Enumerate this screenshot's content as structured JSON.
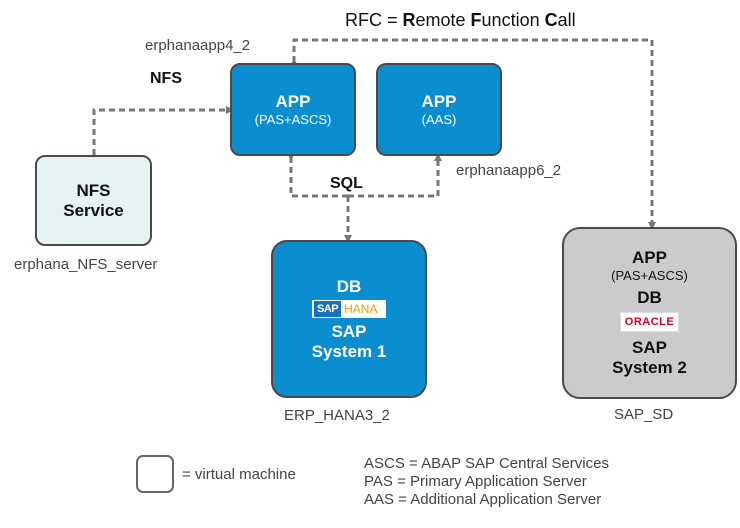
{
  "title_parts": {
    "pre": "RFC = ",
    "R": "R",
    "r_rest": "emote ",
    "F": "F",
    "f_rest": "unction ",
    "C": "C",
    "c_rest": "all"
  },
  "connectors": {
    "nfs": "NFS",
    "sql": "SQL"
  },
  "nodes": {
    "app_pas": {
      "title": "APP",
      "subtitle": "(PAS+ASCS)",
      "host": "erphanaapp4_2"
    },
    "app_aas": {
      "title": "APP",
      "subtitle": "(AAS)",
      "host": "erphanaapp6_2"
    },
    "nfs_service": {
      "line1": "NFS",
      "line2": "Service",
      "host": "erphana_NFS_server"
    },
    "sap1": {
      "db": "DB",
      "logo_sap": "SAP",
      "logo_hana": "HANA",
      "line1": "SAP",
      "line2": "System 1",
      "host": "ERP_HANA3_2"
    },
    "sap2": {
      "app": "APP",
      "subtitle": "(PAS+ASCS)",
      "db": "DB",
      "logo_oracle": "ORACLE",
      "line1": "SAP",
      "line2": "System 2",
      "host": "SAP_SD"
    }
  },
  "legend": {
    "vm": "= virtual machine",
    "ascs": "ASCS = ABAP SAP Central Services",
    "pas": "PAS = Primary Application Server",
    "aas": "AAS = Additional Application Server"
  },
  "colors": {
    "app_blue": "#0a8ed0",
    "nfs_box": "#e6f3f3",
    "system2_box": "#cbcbcb",
    "connector": "#777777"
  }
}
